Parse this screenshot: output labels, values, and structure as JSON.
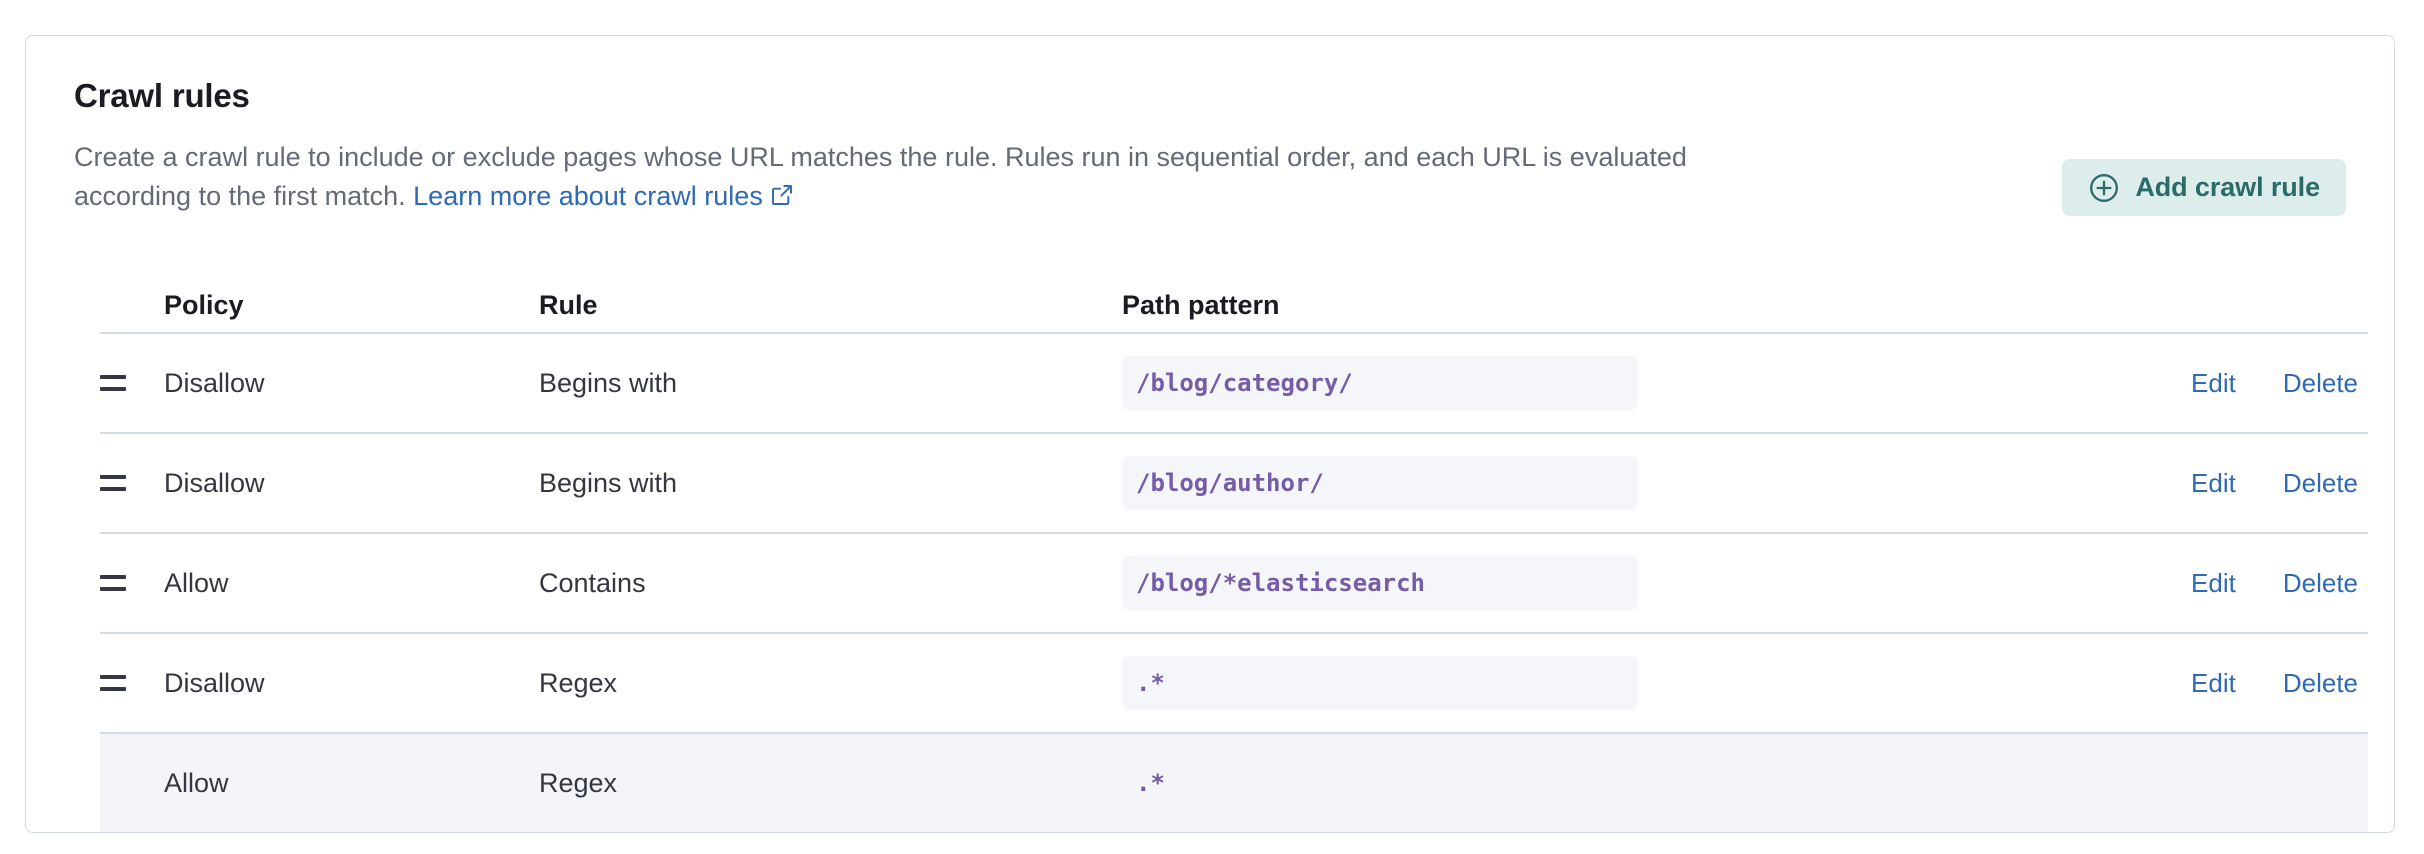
{
  "panel": {
    "title": "Crawl rules",
    "description_part1": "Create a crawl rule to include or exclude pages whose URL matches the rule. Rules run in sequential order, and each URL is evaluated according to the first match. ",
    "learn_more_label": "Learn more about crawl rules",
    "learn_more_icon": "external-link-icon",
    "add_button": {
      "label": "Add crawl rule",
      "icon": "plus-in-circle-icon",
      "background": "#ddedeb",
      "text_color": "#2a6b67"
    }
  },
  "table": {
    "columns": [
      "Policy",
      "Rule",
      "Path pattern"
    ],
    "action_labels": {
      "edit": "Edit",
      "delete": "Delete"
    },
    "rows": [
      {
        "handle": "drag-handle-icon",
        "policy": "Disallow",
        "rule": "Begins with",
        "path_pattern": "/blog/category/",
        "edit": "Edit",
        "delete": "Delete",
        "highlighted": false,
        "draggable": true
      },
      {
        "handle": "drag-handle-icon",
        "policy": "Disallow",
        "rule": "Begins with",
        "path_pattern": "/blog/author/",
        "edit": "Edit",
        "delete": "Delete",
        "highlighted": false,
        "draggable": true
      },
      {
        "handle": "drag-handle-icon",
        "policy": "Allow",
        "rule": "Contains",
        "path_pattern": "/blog/*elasticsearch",
        "edit": "Edit",
        "delete": "Delete",
        "highlighted": false,
        "draggable": true
      },
      {
        "handle": "drag-handle-icon",
        "policy": "Disallow",
        "rule": "Regex",
        "path_pattern": ".*",
        "edit": "Edit",
        "delete": "Delete",
        "highlighted": false,
        "draggable": true
      },
      {
        "handle": "",
        "policy": "Allow",
        "rule": "Regex",
        "path_pattern": ".*",
        "edit": "",
        "delete": "",
        "highlighted": true,
        "draggable": false
      }
    ]
  },
  "colors": {
    "panel_border": "#d3dae6",
    "link": "#2f6ab4",
    "code_text": "#765ba7",
    "code_bg": "#f5f6fa",
    "row_highlight_bg": "#f4f5f9",
    "text_primary": "#1a1c21",
    "text_secondary": "#646a77"
  }
}
